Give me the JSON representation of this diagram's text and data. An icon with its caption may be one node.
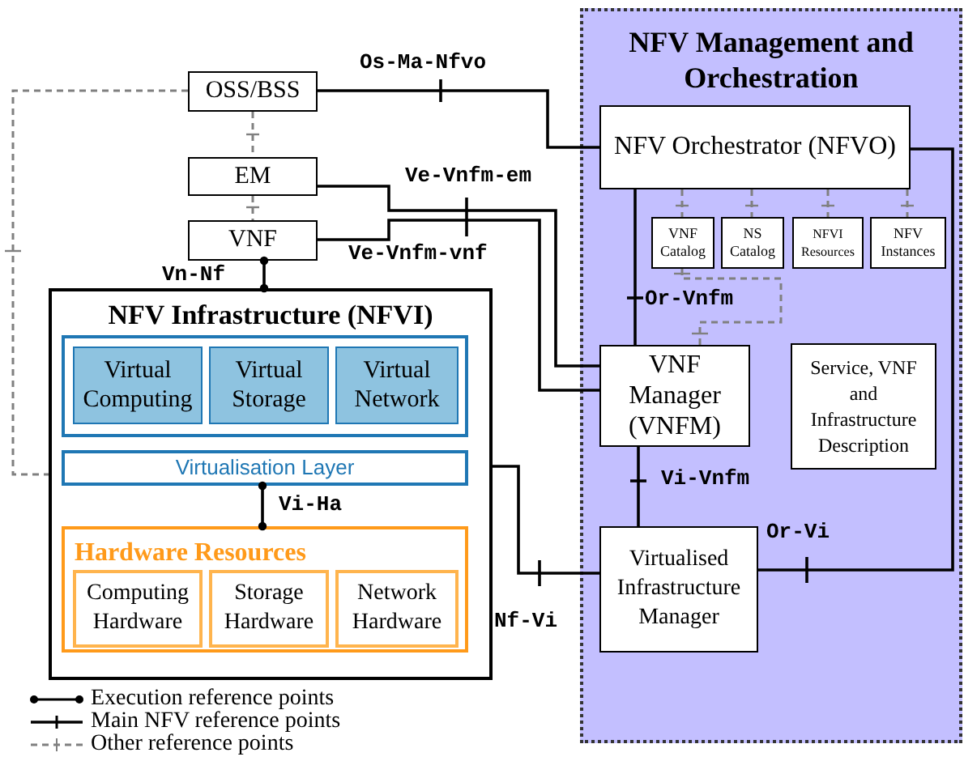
{
  "diagram": {
    "nodes": [
      {
        "text": [
          "OSS/BSS"
        ]
      },
      {
        "text": [
          "EM"
        ]
      },
      {
        "text": [
          "VNF"
        ]
      },
      {
        "text": [
          "NFV Infrastructure (NFVI)"
        ]
      },
      {
        "text": [],
        "shape": "box",
        "in": 3
      },
      {
        "text": [
          "Virtual Computing"
        ],
        "in": 4
      },
      {
        "text": [
          "Virtual Storage"
        ],
        "in": 4
      },
      {
        "text": [
          "Virtual Network"
        ],
        "in": 4
      },
      {
        "text": [
          "Virtualisation Layer"
        ],
        "in": 3
      },
      {
        "text": [
          "Hardware Resources"
        ],
        "in": 3
      },
      {
        "text": [
          "Computing Hardware"
        ],
        "in": 9
      },
      {
        "text": [
          "Storage Hardware"
        ],
        "in": 9
      },
      {
        "text": [
          "Network Hardware"
        ],
        "in": 9
      },
      {
        "text": [
          "NFV Management and Orchestration"
        ]
      },
      {
        "text": [
          "NFV Orchestrator (NFVO)"
        ],
        "in": 13
      },
      {
        "text": [
          "VNF Catalog"
        ],
        "in": 13
      },
      {
        "text": [
          "NS Catalog"
        ],
        "in": 13
      },
      {
        "text": [
          "NFVI Resources"
        ],
        "in": 13
      },
      {
        "text": [
          "NFV Instances"
        ],
        "in": 13
      },
      {
        "text": [
          "VNF Manager (VNFM)"
        ],
        "in": 13
      },
      {
        "text": [
          "Service, VNF and Infrastructure Description"
        ],
        "in": 13
      },
      {
        "text": [
          "Virtualised Infrastructure Manager"
        ],
        "in": 13
      }
    ],
    "edges": [
      {
        "from": 0,
        "to": 14,
        "arrow": "none",
        "label": "Os-Ma-Nfvo"
      },
      {
        "from": 0,
        "to": 1,
        "arrow": "none",
        "style": "dashed",
        "color": "#808080"
      },
      {
        "from": 1,
        "to": 2,
        "arrow": "none",
        "style": "dashed",
        "color": "#808080"
      },
      {
        "from": 1,
        "to": 19,
        "arrow": "none",
        "label": "Ve-Vnfm-em"
      },
      {
        "from": 2,
        "to": 19,
        "arrow": "none",
        "label": "Ve-Vnfm-vnf"
      },
      {
        "from": 2,
        "to": 3,
        "arrow": "other",
        "label": "Vn-Nf"
      },
      {
        "from": 0,
        "to": 3,
        "arrow": "none",
        "style": "dashed",
        "color": "#808080"
      },
      {
        "from": 14,
        "to": 19,
        "arrow": "none",
        "label": "Or-Vnfm"
      },
      {
        "from": 14,
        "to": 15,
        "arrow": "none",
        "style": "dashed",
        "color": "#808080"
      },
      {
        "from": 14,
        "to": 16,
        "arrow": "none",
        "style": "dashed",
        "color": "#808080"
      },
      {
        "from": 14,
        "to": 17,
        "arrow": "none",
        "style": "dashed",
        "color": "#808080"
      },
      {
        "from": 14,
        "to": 18,
        "arrow": "none",
        "style": "dashed",
        "color": "#808080"
      },
      {
        "from": 15,
        "to": 19,
        "arrow": "none",
        "style": "dashed",
        "color": "#808080"
      },
      {
        "from": 19,
        "to": 21,
        "arrow": "none",
        "label": "Vi-Vnfm"
      },
      {
        "from": 14,
        "to": 21,
        "arrow": "none",
        "label": "Or-Vi"
      },
      {
        "from": 3,
        "to": 21,
        "arrow": "none",
        "label": "Nf-Vi"
      },
      {
        "from": 8,
        "to": 9,
        "arrow": "other",
        "label": "Vi-Ha"
      }
    ],
    "legend": [
      {
        "text": "Execution reference points"
      },
      {
        "text": "Main NFV reference points"
      },
      {
        "text": "Other reference points"
      }
    ]
  }
}
